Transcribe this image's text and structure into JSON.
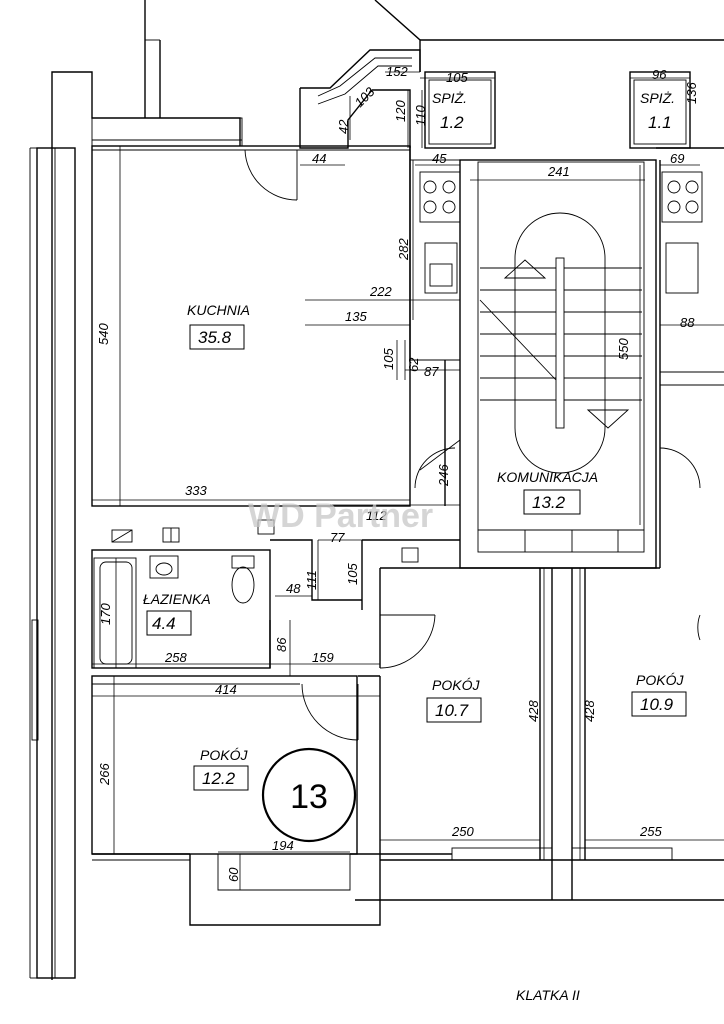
{
  "watermark": "WD Partner",
  "apartment_number": "13",
  "staircase_label": "KLATKA II",
  "rooms": {
    "kuchnia": {
      "name": "KUCHNIA",
      "area": "35.8"
    },
    "lazienka": {
      "name": "ŁAZIENKA",
      "area": "4.4"
    },
    "pokoj_a": {
      "name": "POKÓJ",
      "area": "12.2"
    },
    "pokoj_b": {
      "name": "POKÓJ",
      "area": "10.7"
    },
    "pokoj_c": {
      "name": "POKÓJ",
      "area": "10.9"
    },
    "komunikacja": {
      "name": "KOMUNIKACJA",
      "area": "13.2"
    },
    "spiz_1": {
      "name": "SPIŻ.",
      "area": "1.2"
    },
    "spiz_2": {
      "name": "SPIŻ.",
      "area": "1.1"
    }
  },
  "dimensions": {
    "d540": "540",
    "d333": "333",
    "d222": "222",
    "d135": "135",
    "d282": "282",
    "d105a": "105",
    "d62": "62",
    "d87": "87",
    "d246": "246",
    "d241": "241",
    "d550": "550",
    "d45": "45",
    "d44": "44",
    "d42": "42",
    "d103": "103",
    "d152": "152",
    "d120": "120",
    "d110": "110",
    "d105b": "105",
    "d96": "96",
    "d136": "136",
    "d69": "69",
    "d88": "88",
    "d77": "77",
    "d111": "111",
    "d48": "48",
    "d105c": "105",
    "d170": "170",
    "d258": "258",
    "d86": "86",
    "d159": "159",
    "d414": "414",
    "d266": "266",
    "d194": "194",
    "d60": "60",
    "d428a": "428",
    "d428b": "428",
    "d250": "250",
    "d255": "255",
    "d112": "112"
  }
}
